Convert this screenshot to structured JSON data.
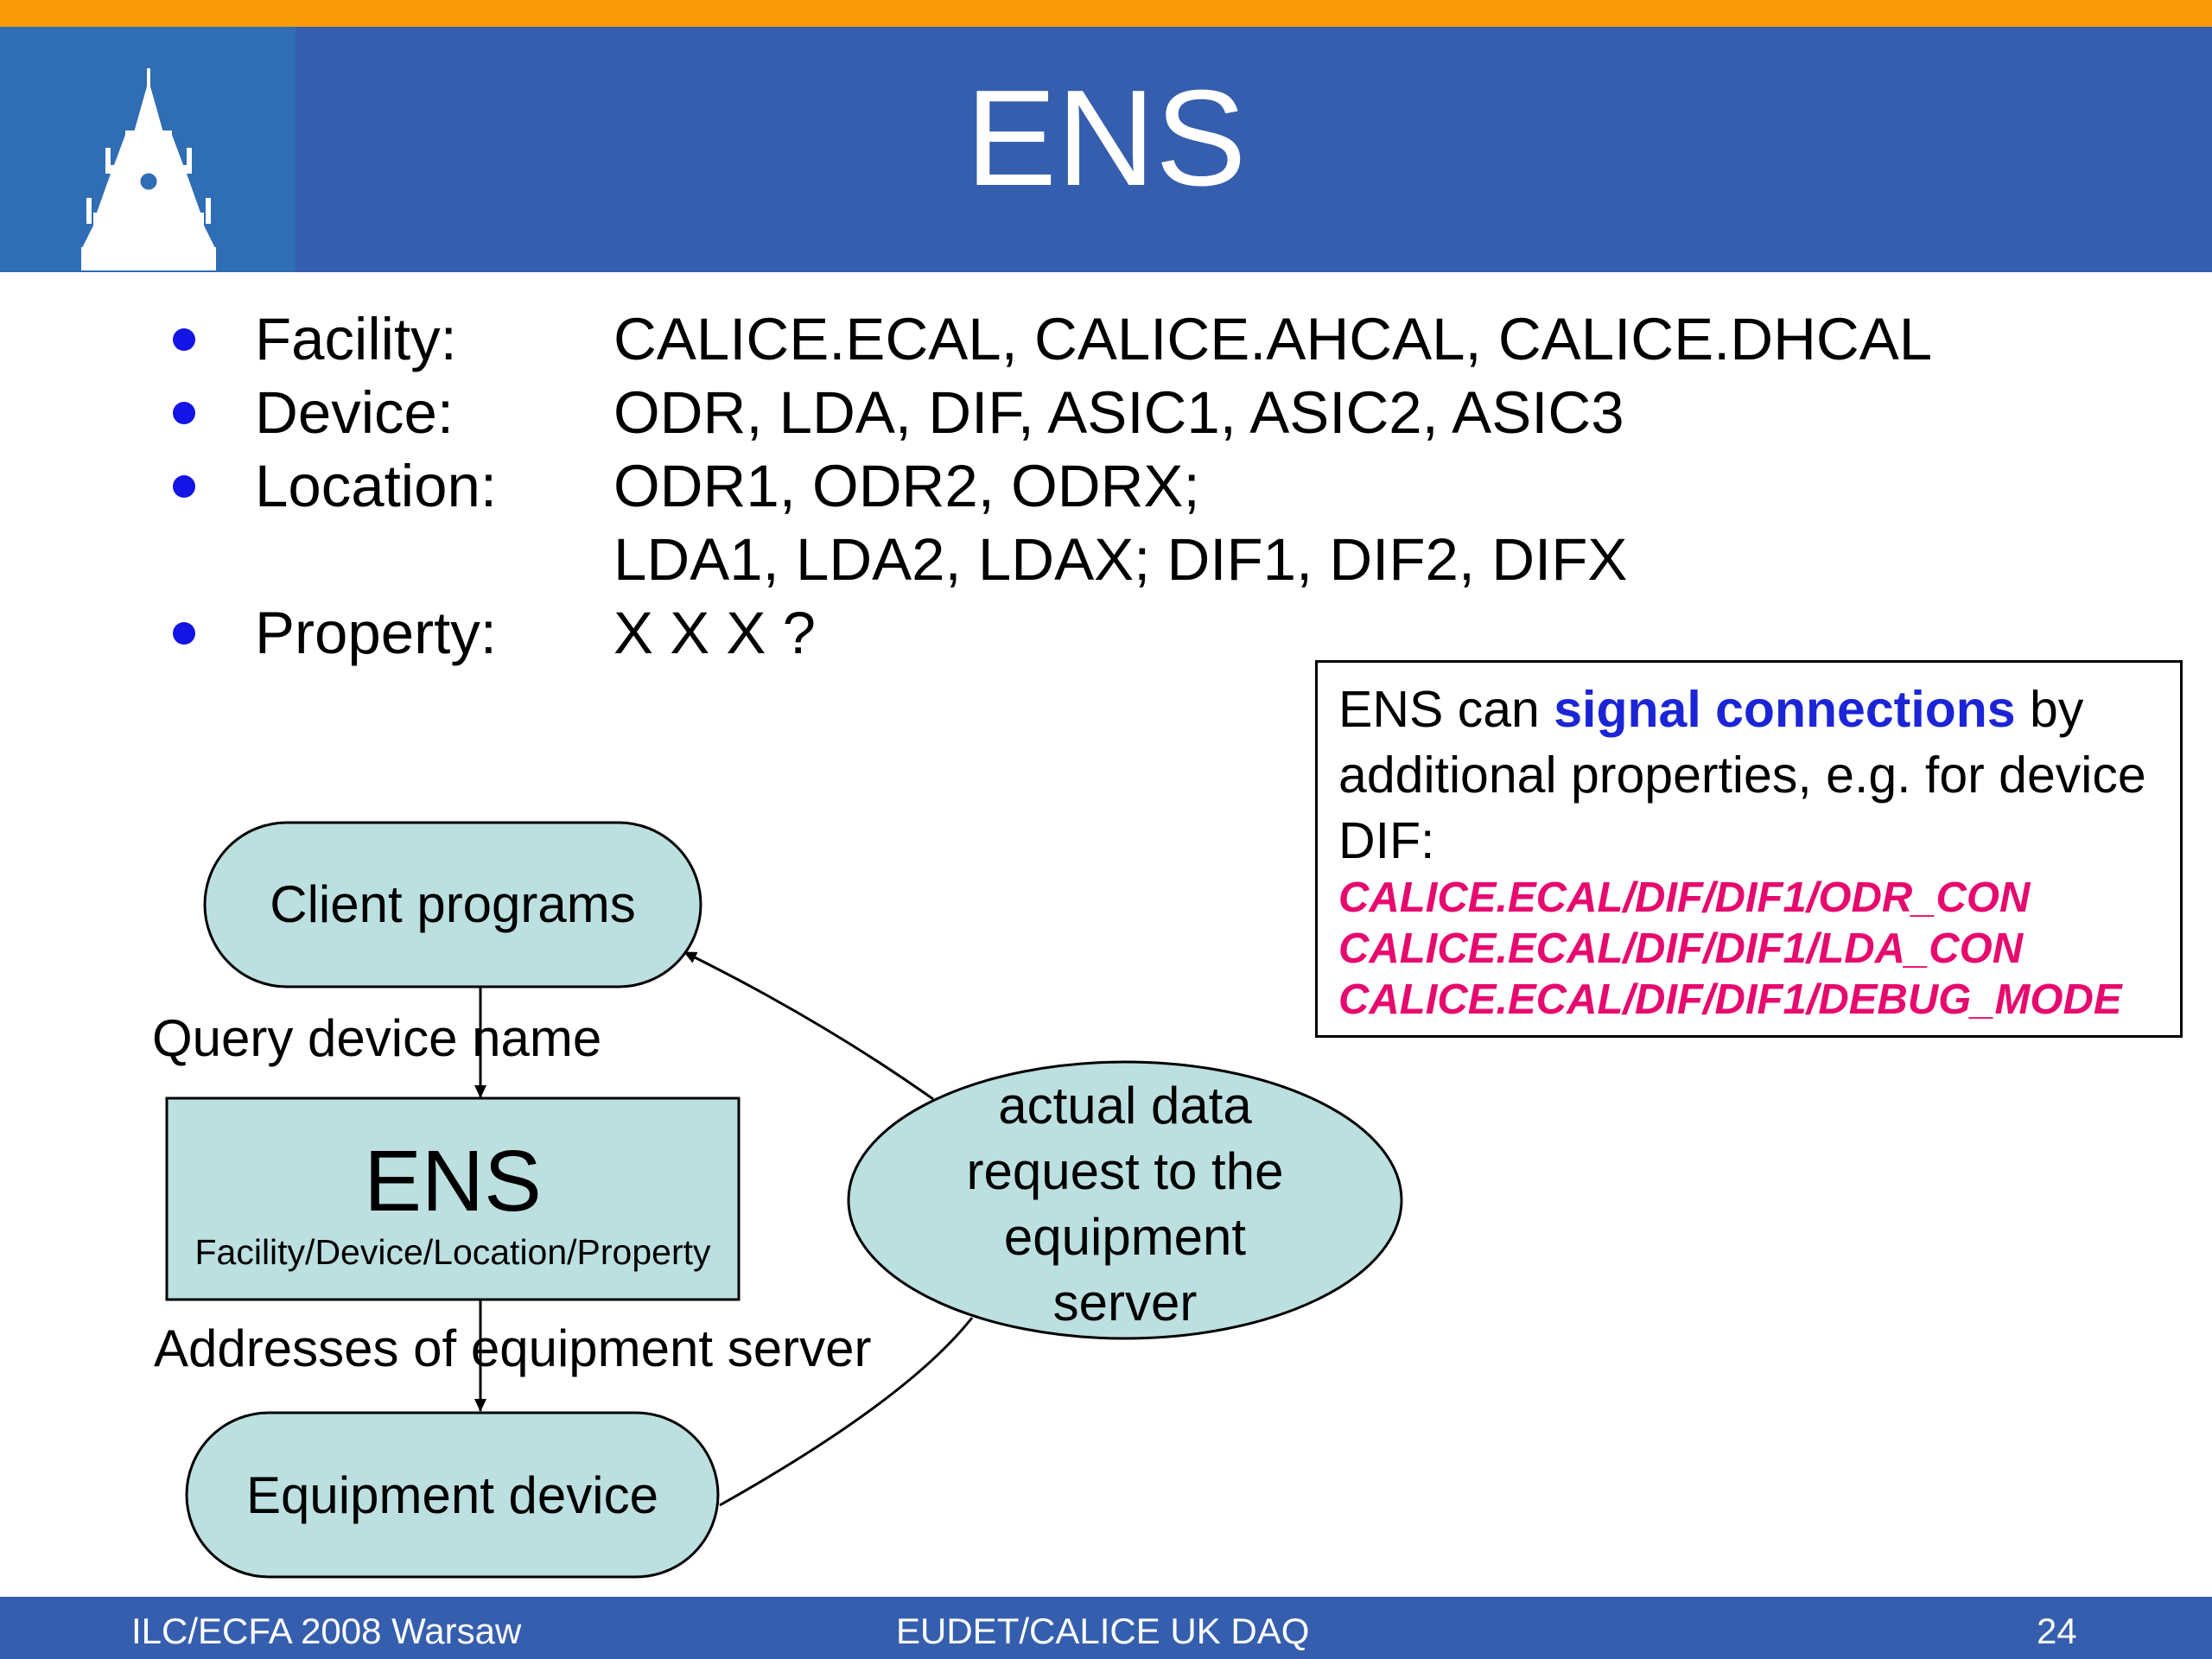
{
  "slide": {
    "title": "ENS",
    "logo_icon": "tower-logo-icon",
    "colors": {
      "top_bar": "#f99a06",
      "header": "#355eae",
      "logo_panel": "#2f6db5",
      "bullet": "#1414e6",
      "node_fill": "#bcdfe0",
      "code_text": "#e60a6e",
      "highlight": "#1b25d6"
    }
  },
  "bullets": [
    {
      "label": "Facility:",
      "value": "CALICE.ECAL, CALICE.AHCAL, CALICE.DHCAL"
    },
    {
      "label": "Device:",
      "value": "ODR, LDA, DIF, ASIC1, ASIC2, ASIC3"
    },
    {
      "label": "Location:",
      "value": "ODR1, ODR2, ODRX;",
      "value2": "LDA1, LDA2, LDAX;   DIF1, DIF2, DIFX"
    },
    {
      "label": "Property:",
      "value": "X X X ?"
    }
  ],
  "callout": {
    "text_before": "ENS can ",
    "highlight": "signal connections",
    "text_after": " by additional properties,  e.g. for device DIF:",
    "codes": [
      "CALICE.ECAL/DIF/DIF1/ODR_CON",
      "CALICE.ECAL/DIF/DIF1/LDA_CON",
      "CALICE.ECAL/DIF/DIF1/DEBUG_MODE"
    ]
  },
  "diagram": {
    "client": "Client programs",
    "query_label": "Query device name",
    "ens_title": "ENS",
    "ens_subtitle": "Facility/Device/Location/Property",
    "addresses_label": "Addresses of equipment server",
    "equipment": "Equipment device",
    "request_lines": [
      "actual data",
      "request to the",
      "equipment",
      "server"
    ]
  },
  "footer": {
    "left": "ILC/ECFA 2008 Warsaw",
    "center": "EUDET/CALICE UK DAQ",
    "page": "24"
  }
}
